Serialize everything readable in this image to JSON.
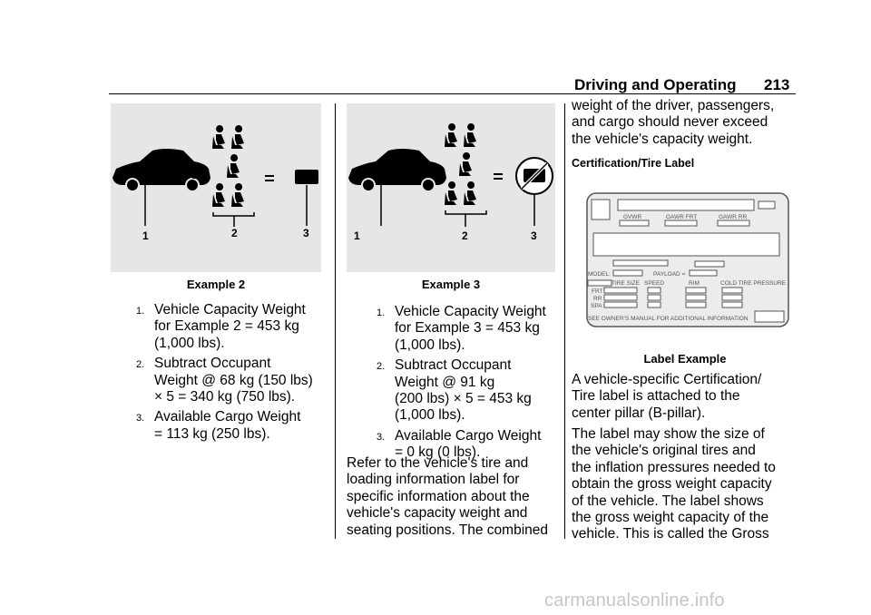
{
  "header": {
    "section": "Driving and Operating",
    "page": "213"
  },
  "example2": {
    "caption": "Example 2",
    "callouts": [
      "1",
      "2",
      "3"
    ],
    "items": [
      {
        "num": "1.",
        "lines": [
          "Vehicle Capacity Weight",
          "for Example 2 = 453 kg",
          "(1,000 lbs)."
        ]
      },
      {
        "num": "2.",
        "lines": [
          "Subtract Occupant",
          "Weight @ 68 kg (150 lbs)",
          "× 5 = 340 kg (750 lbs)."
        ]
      },
      {
        "num": "3.",
        "lines": [
          "Available Cargo Weight",
          "= 113 kg (250 lbs)."
        ]
      }
    ]
  },
  "example3": {
    "caption": "Example 3",
    "callouts": [
      "1",
      "2",
      "3"
    ],
    "items": [
      {
        "num": "1.",
        "lines": [
          "Vehicle Capacity Weight",
          "for Example 3 = 453 kg",
          "(1,000 lbs)."
        ]
      },
      {
        "num": "2.",
        "lines": [
          "Subtract Occupant",
          "Weight @ 91 kg",
          "(200 lbs) × 5 = 453 kg",
          "(1,000 lbs)."
        ]
      },
      {
        "num": "3.",
        "lines": [
          "Available Cargo Weight",
          "= 0 kg (0 lbs)."
        ]
      }
    ],
    "paragraph": [
      "Refer to the vehicle's tire and",
      "loading information label for",
      "specific information about the",
      "vehicle's capacity weight and",
      "seating positions. The combined"
    ]
  },
  "right": {
    "intro": [
      "weight of the driver, passengers,",
      "and cargo should never exceed",
      "the vehicle's capacity weight."
    ],
    "subhead": "Certification/Tire Label",
    "label_fig": {
      "gvwr": "GVWR",
      "gawr_frt": "GAWR FRT",
      "gawr_rr": "GAWR RR",
      "model": "MODEL:",
      "payload": "PAYLOAD =",
      "tire_size": "TIRE SIZE",
      "speed": "SPEED",
      "rim": "RIM",
      "cold": "COLD TIRE PRESSURE",
      "frt": "FRT",
      "rr": "RR",
      "spa": "SPA",
      "footer": "SEE OWNER'S MANUAL FOR ADDITIONAL INFORMATION"
    },
    "label_caption": "Label Example",
    "p1": [
      "A vehicle-specific Certification/",
      "Tire label is attached to the",
      "center pillar (B-pillar)."
    ],
    "p2": [
      "The label may show the size of",
      "the vehicle's original tires and",
      "the inflation pressures needed to",
      "obtain the gross weight capacity",
      "of the vehicle. The label shows",
      "the gross weight capacity of the",
      "vehicle. This is called the Gross"
    ]
  },
  "watermark": "carmanualsonline.info"
}
